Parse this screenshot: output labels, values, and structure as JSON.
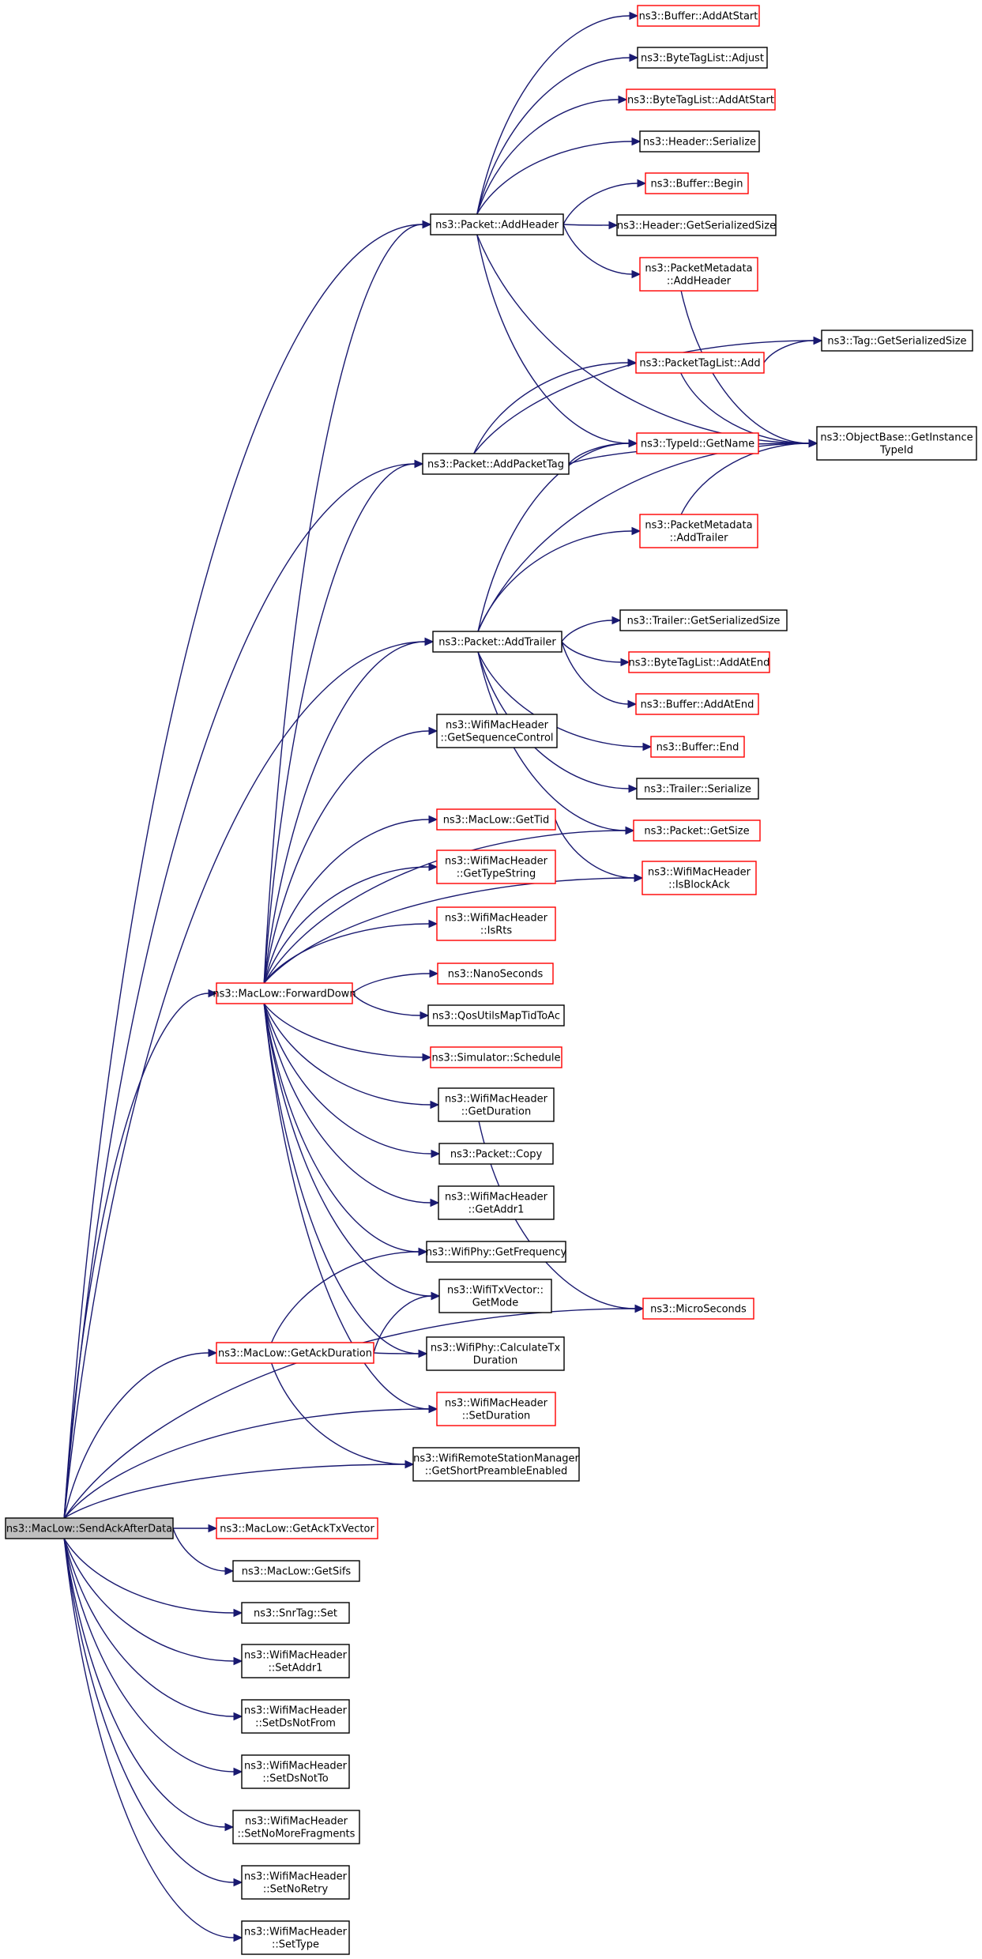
{
  "colors": {
    "edge": "#191970",
    "border_link": "#ff0000",
    "border_plain": "#000000",
    "root_fill": "#bfbfbf",
    "fill": "#ffffff"
  },
  "nodes": {
    "root": {
      "lines": [
        "ns3::MacLow::SendAckAfterData"
      ],
      "style": "root"
    },
    "addhdr": {
      "lines": [
        "ns3::Packet::AddHeader"
      ],
      "style": "plain"
    },
    "addtag": {
      "lines": [
        "ns3::Packet::AddPacketTag"
      ],
      "style": "plain"
    },
    "addtrl": {
      "lines": [
        "ns3::Packet::AddTrailer"
      ],
      "style": "plain"
    },
    "fwd": {
      "lines": [
        "ns3::MacLow::ForwardDown"
      ],
      "style": "red"
    },
    "ackdur": {
      "lines": [
        "ns3::MacLow::GetAckDuration"
      ],
      "style": "red"
    },
    "bufaas": {
      "lines": [
        "ns3::Buffer::AddAtStart"
      ],
      "style": "red"
    },
    "btladj": {
      "lines": [
        "ns3::ByteTagList::Adjust"
      ],
      "style": "plain"
    },
    "btlaas": {
      "lines": [
        "ns3::ByteTagList::AddAtStart"
      ],
      "style": "red"
    },
    "hdrser": {
      "lines": [
        "ns3::Header::Serialize"
      ],
      "style": "plain"
    },
    "bufbeg": {
      "lines": [
        "ns3::Buffer::Begin"
      ],
      "style": "red"
    },
    "hdrgss": {
      "lines": [
        "ns3::Header::GetSerializedSize"
      ],
      "style": "plain"
    },
    "pmdhdr": {
      "lines": [
        "ns3::PacketMetadata",
        "::AddHeader"
      ],
      "style": "red"
    },
    "taggss": {
      "lines": [
        "ns3::Tag::GetSerializedSize"
      ],
      "style": "plain"
    },
    "ptladd": {
      "lines": [
        "ns3::PacketTagList::Add"
      ],
      "style": "red"
    },
    "objgit": {
      "lines": [
        "ns3::ObjectBase::GetInstance",
        "TypeId"
      ],
      "style": "plain"
    },
    "tidnam": {
      "lines": [
        "ns3::TypeId::GetName"
      ],
      "style": "red"
    },
    "pmdtrl": {
      "lines": [
        "ns3::PacketMetadata",
        "::AddTrailer"
      ],
      "style": "red"
    },
    "trlgss": {
      "lines": [
        "ns3::Trailer::GetSerializedSize"
      ],
      "style": "plain"
    },
    "btlaae": {
      "lines": [
        "ns3::ByteTagList::AddAtEnd"
      ],
      "style": "red"
    },
    "bufaae": {
      "lines": [
        "ns3::Buffer::AddAtEnd"
      ],
      "style": "red"
    },
    "bufend": {
      "lines": [
        "ns3::Buffer::End"
      ],
      "style": "red"
    },
    "trlser": {
      "lines": [
        "ns3::Trailer::Serialize"
      ],
      "style": "plain"
    },
    "pktgsz": {
      "lines": [
        "ns3::Packet::GetSize"
      ],
      "style": "red"
    },
    "gsc": {
      "lines": [
        "ns3::WifiMacHeader",
        "::GetSequenceControl"
      ],
      "style": "plain"
    },
    "gettid": {
      "lines": [
        "ns3::MacLow::GetTid"
      ],
      "style": "red"
    },
    "isback": {
      "lines": [
        "ns3::WifiMacHeader",
        "::IsBlockAck"
      ],
      "style": "red"
    },
    "gts": {
      "lines": [
        "ns3::WifiMacHeader",
        "::GetTypeString"
      ],
      "style": "red"
    },
    "isrts": {
      "lines": [
        "ns3::WifiMacHeader",
        "::IsRts"
      ],
      "style": "red"
    },
    "nanos": {
      "lines": [
        "ns3::NanoSeconds"
      ],
      "style": "red"
    },
    "qos": {
      "lines": [
        "ns3::QosUtilsMapTidToAc"
      ],
      "style": "plain"
    },
    "sched": {
      "lines": [
        "ns3::Simulator::Schedule"
      ],
      "style": "red"
    },
    "getdur": {
      "lines": [
        "ns3::WifiMacHeader",
        "::GetDuration"
      ],
      "style": "plain"
    },
    "copy": {
      "lines": [
        "ns3::Packet::Copy"
      ],
      "style": "plain"
    },
    "geta1": {
      "lines": [
        "ns3::WifiMacHeader",
        "::GetAddr1"
      ],
      "style": "plain"
    },
    "getfrq": {
      "lines": [
        "ns3::WifiPhy::GetFrequency"
      ],
      "style": "plain"
    },
    "getmode": {
      "lines": [
        "ns3::WifiTxVector::",
        "GetMode"
      ],
      "style": "plain"
    },
    "calctx": {
      "lines": [
        "ns3::WifiPhy::CalculateTx",
        "Duration"
      ],
      "style": "plain"
    },
    "micros": {
      "lines": [
        "ns3::MicroSeconds"
      ],
      "style": "red"
    },
    "setdur": {
      "lines": [
        "ns3::WifiMacHeader",
        "::SetDuration"
      ],
      "style": "red"
    },
    "gspe": {
      "lines": [
        "ns3::WifiRemoteStationManager",
        "::GetShortPreambleEnabled"
      ],
      "style": "plain"
    },
    "acktxv": {
      "lines": [
        "ns3::MacLow::GetAckTxVector"
      ],
      "style": "red"
    },
    "sifs": {
      "lines": [
        "ns3::MacLow::GetSifs"
      ],
      "style": "plain"
    },
    "snrset": {
      "lines": [
        "ns3::SnrTag::Set"
      ],
      "style": "plain"
    },
    "seta1": {
      "lines": [
        "ns3::WifiMacHeader",
        "::SetAddr1"
      ],
      "style": "plain"
    },
    "setdnf": {
      "lines": [
        "ns3::WifiMacHeader",
        "::SetDsNotFrom"
      ],
      "style": "plain"
    },
    "setdnt": {
      "lines": [
        "ns3::WifiMacHeader",
        "::SetDsNotTo"
      ],
      "style": "plain"
    },
    "setnmf": {
      "lines": [
        "ns3::WifiMacHeader",
        "::SetNoMoreFragments"
      ],
      "style": "plain"
    },
    "setnr": {
      "lines": [
        "ns3::WifiMacHeader",
        "::SetNoRetry"
      ],
      "style": "plain"
    },
    "settyp": {
      "lines": [
        "ns3::WifiMacHeader",
        "::SetType"
      ],
      "style": "plain"
    }
  },
  "edges": [
    [
      "root",
      "addhdr"
    ],
    [
      "root",
      "addtag"
    ],
    [
      "root",
      "addtrl"
    ],
    [
      "root",
      "fwd"
    ],
    [
      "root",
      "ackdur"
    ],
    [
      "root",
      "setdur"
    ],
    [
      "root",
      "gspe"
    ],
    [
      "root",
      "micros"
    ],
    [
      "root",
      "acktxv"
    ],
    [
      "root",
      "sifs"
    ],
    [
      "root",
      "snrset"
    ],
    [
      "root",
      "seta1"
    ],
    [
      "root",
      "setdnf"
    ],
    [
      "root",
      "setdnt"
    ],
    [
      "root",
      "setnmf"
    ],
    [
      "root",
      "setnr"
    ],
    [
      "root",
      "settyp"
    ],
    [
      "addhdr",
      "bufaas"
    ],
    [
      "addhdr",
      "btladj"
    ],
    [
      "addhdr",
      "btlaas"
    ],
    [
      "addhdr",
      "hdrser"
    ],
    [
      "addhdr",
      "bufbeg"
    ],
    [
      "addhdr",
      "hdrgss"
    ],
    [
      "addhdr",
      "pmdhdr"
    ],
    [
      "addhdr",
      "objgit"
    ],
    [
      "addhdr",
      "tidnam"
    ],
    [
      "pmdhdr",
      "objgit"
    ],
    [
      "addtag",
      "taggss"
    ],
    [
      "addtag",
      "ptladd"
    ],
    [
      "addtag",
      "tidnam"
    ],
    [
      "addtag",
      "objgit"
    ],
    [
      "ptladd",
      "taggss"
    ],
    [
      "ptladd",
      "objgit"
    ],
    [
      "addtrl",
      "tidnam"
    ],
    [
      "addtrl",
      "pmdtrl"
    ],
    [
      "addtrl",
      "objgit"
    ],
    [
      "addtrl",
      "trlgss"
    ],
    [
      "addtrl",
      "btlaae"
    ],
    [
      "addtrl",
      "bufaae"
    ],
    [
      "addtrl",
      "bufend"
    ],
    [
      "addtrl",
      "trlser"
    ],
    [
      "addtrl",
      "pktgsz"
    ],
    [
      "pmdtrl",
      "objgit"
    ],
    [
      "fwd",
      "addhdr"
    ],
    [
      "fwd",
      "addtag"
    ],
    [
      "fwd",
      "addtrl"
    ],
    [
      "fwd",
      "pktgsz"
    ],
    [
      "fwd",
      "gsc"
    ],
    [
      "fwd",
      "gettid"
    ],
    [
      "fwd",
      "isback"
    ],
    [
      "fwd",
      "gts"
    ],
    [
      "fwd",
      "isrts"
    ],
    [
      "fwd",
      "nanos"
    ],
    [
      "fwd",
      "qos"
    ],
    [
      "fwd",
      "sched"
    ],
    [
      "fwd",
      "getdur"
    ],
    [
      "fwd",
      "copy"
    ],
    [
      "fwd",
      "geta1"
    ],
    [
      "fwd",
      "getfrq"
    ],
    [
      "fwd",
      "getmode"
    ],
    [
      "fwd",
      "calctx"
    ],
    [
      "fwd",
      "setdur"
    ],
    [
      "gettid",
      "isback"
    ],
    [
      "getdur",
      "micros"
    ],
    [
      "ackdur",
      "getfrq"
    ],
    [
      "ackdur",
      "getmode"
    ],
    [
      "ackdur",
      "calctx"
    ],
    [
      "ackdur",
      "gspe"
    ]
  ]
}
